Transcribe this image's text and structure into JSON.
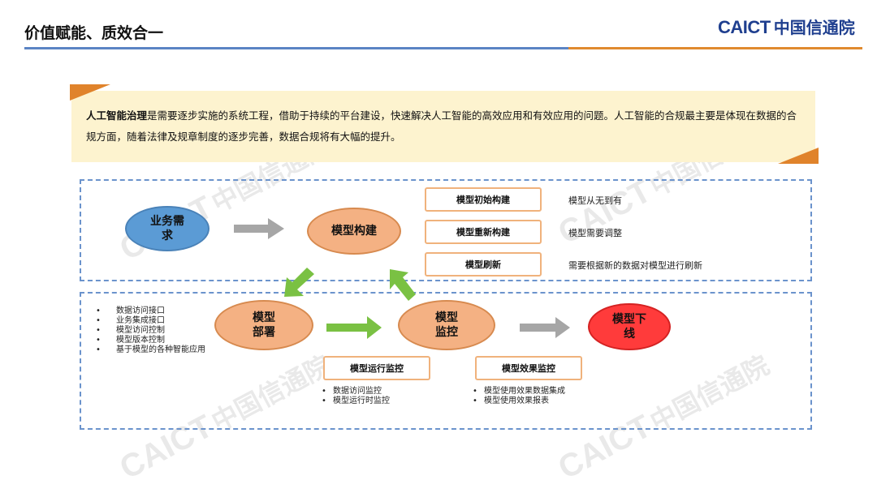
{
  "header": {
    "title": "价值赋能、质效合一",
    "logo_en": "CAICT",
    "logo_cn": "中国信通院"
  },
  "intro": {
    "bold": "人工智能治理",
    "text": "是需要逐步实施的系统工程，借助于持续的平台建设，快速解决人工智能的高效应用和有效应用的问题。人工智能的合规最主要是体现在数据的合规方面，随着法律及规章制度的逐步完善，数据合规将有大幅的提升。"
  },
  "nodes": {
    "business": "业务需求",
    "build": "模型构建",
    "deploy": "模型部署",
    "monitor": "模型监控",
    "offline": "模型下线"
  },
  "build_boxes": [
    {
      "label": "模型初始构建",
      "desc": "模型从无到有"
    },
    {
      "label": "模型重新构建",
      "desc": "模型需要调整"
    },
    {
      "label": "模型刷新",
      "desc": "需要根据新的数据对模型进行刷新"
    }
  ],
  "deploy_list": [
    "数据访问接口",
    "业务集成接口",
    "模型访问控制",
    "模型版本控制",
    "基于模型的各种智能应用"
  ],
  "run_monitor": {
    "label": "模型运行监控",
    "items": [
      "数据访问监控",
      "模型运行时监控"
    ]
  },
  "effect_monitor": {
    "label": "模型效果监控",
    "items": [
      "模型使用效果数据集成",
      "模型使用效果报表"
    ]
  },
  "colors": {
    "accent_blue": "#5b84c4",
    "accent_orange": "#e08a2e",
    "node_orange": "#f4b183",
    "node_blue": "#5b9bd5",
    "node_red": "#ff3b3b",
    "arrow_green": "#7ac143",
    "arrow_gray": "#a6a6a6"
  }
}
